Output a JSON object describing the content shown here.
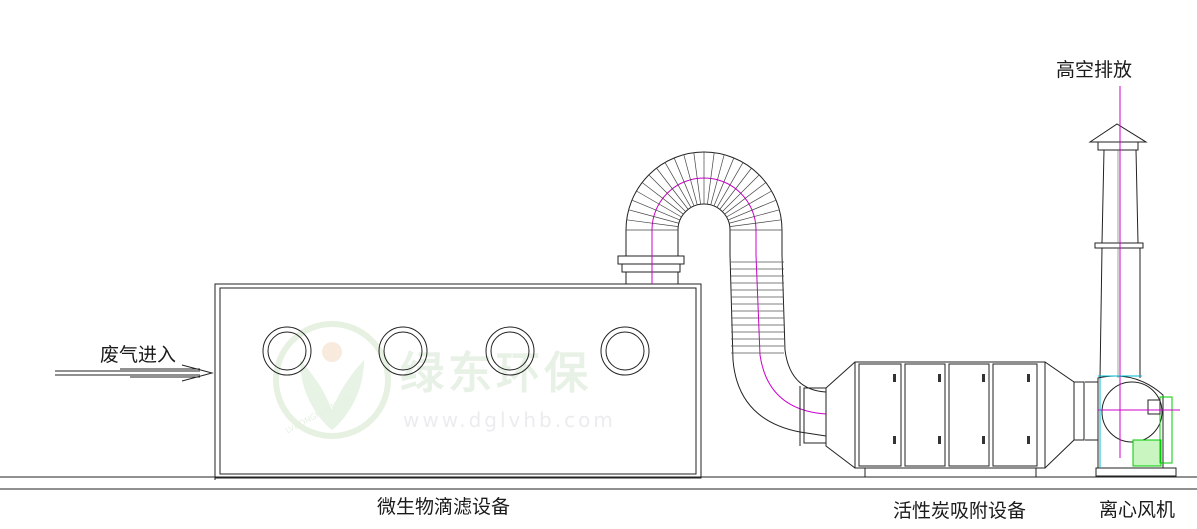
{
  "labels": {
    "exhaust": "高空排放",
    "inlet": "废气进入",
    "biofilter": "微生物滴滤设备",
    "carbon": "活性炭吸附设备",
    "fan": "离心风机"
  },
  "watermark": {
    "brand": "绿东环保",
    "url": "www.dglvhb.com",
    "ring_text": "LVDONGHUANBAO"
  },
  "colors": {
    "line": "#222222",
    "magenta": "#cc00cc",
    "cyan": "#00b8d0",
    "green": "#00cc00",
    "watermark": "#d7e8d2"
  }
}
